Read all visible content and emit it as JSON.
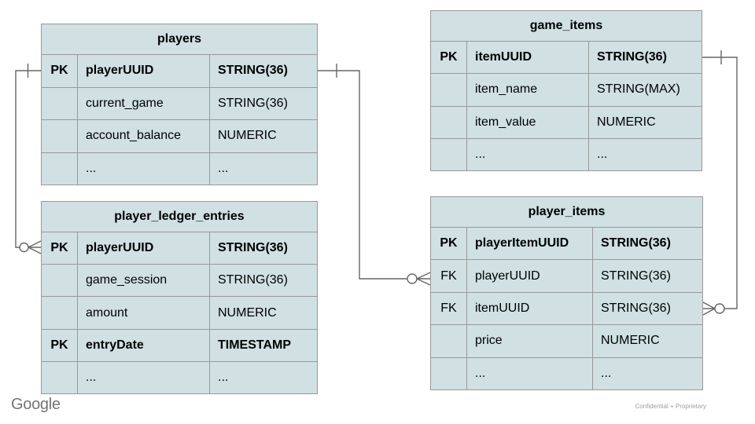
{
  "branding": {
    "logo_text": "Google",
    "footer_note": "Confidential + Proprietary"
  },
  "colors": {
    "table_fill": "#d0e0e3",
    "table_border": "#999999",
    "relationship_line": "#666666",
    "text": "#000000",
    "logo_gray": "#747474",
    "footer_gray": "#9e9e9e"
  },
  "tables": [
    {
      "id": "players",
      "title": "players",
      "rows": [
        {
          "key": "PK",
          "name": "playerUUID",
          "type": "STRING(36)"
        },
        {
          "key": "",
          "name": "current_game",
          "type": "STRING(36)"
        },
        {
          "key": "",
          "name": "account_balance",
          "type": "NUMERIC"
        },
        {
          "key": "",
          "name": "...",
          "type": "..."
        }
      ]
    },
    {
      "id": "player_ledger_entries",
      "title": "player_ledger_entries",
      "rows": [
        {
          "key": "PK",
          "name": "playerUUID",
          "type": "STRING(36)"
        },
        {
          "key": "",
          "name": "game_session",
          "type": "STRING(36)"
        },
        {
          "key": "",
          "name": "amount",
          "type": "NUMERIC"
        },
        {
          "key": "PK",
          "name": "entryDate",
          "type": "TIMESTAMP"
        },
        {
          "key": "",
          "name": "...",
          "type": "..."
        }
      ]
    },
    {
      "id": "game_items",
      "title": "game_items",
      "rows": [
        {
          "key": "PK",
          "name": "itemUUID",
          "type": "STRING(36)"
        },
        {
          "key": "",
          "name": "item_name",
          "type": "STRING(MAX)"
        },
        {
          "key": "",
          "name": "item_value",
          "type": "NUMERIC"
        },
        {
          "key": "",
          "name": "...",
          "type": "..."
        }
      ]
    },
    {
      "id": "player_items",
      "title": "player_items",
      "rows": [
        {
          "key": "PK",
          "name": "playerItemUUID",
          "type": "STRING(36)"
        },
        {
          "key": "FK",
          "name": "playerUUID",
          "type": "STRING(36)"
        },
        {
          "key": "FK",
          "name": "itemUUID",
          "type": "STRING(36)"
        },
        {
          "key": "",
          "name": "price",
          "type": "NUMERIC"
        },
        {
          "key": "",
          "name": "...",
          "type": "..."
        }
      ]
    }
  ],
  "relationships": [
    {
      "from": "players.playerUUID",
      "to": "player_ledger_entries.playerUUID",
      "from_cardinality": "one",
      "to_cardinality": "zero-or-many"
    },
    {
      "from": "players.playerUUID",
      "to": "player_items.playerUUID",
      "from_cardinality": "one",
      "to_cardinality": "zero-or-many"
    },
    {
      "from": "game_items.itemUUID",
      "to": "player_items.itemUUID",
      "from_cardinality": "one",
      "to_cardinality": "zero-or-many"
    }
  ]
}
